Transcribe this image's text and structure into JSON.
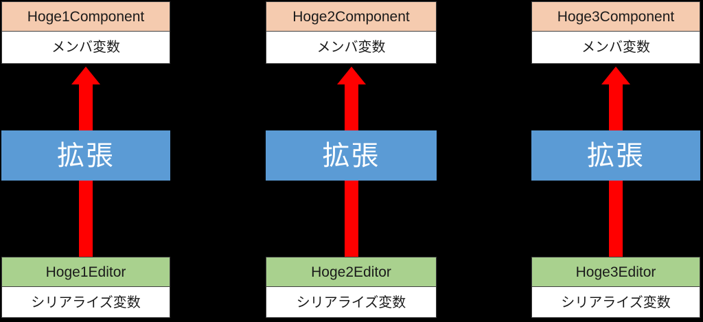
{
  "diagram": {
    "background_color": "#000000",
    "colors": {
      "component_header": "#f5cbaf",
      "editor_header": "#a9d18e",
      "band": "#5b9bd5",
      "arrow": "#ff0000",
      "box_border": "#3f3f3f",
      "box_body": "#ffffff",
      "band_text": "#ffffff",
      "box_text": "#1a1a1a"
    },
    "columns": [
      {
        "component": {
          "title": "Hoge1Component",
          "body": "メンバ変数"
        },
        "relation": {
          "label": "拡張",
          "arrow": "up-arrow-icon"
        },
        "editor": {
          "title": "Hoge1Editor",
          "body": "シリアライズ変数"
        }
      },
      {
        "component": {
          "title": "Hoge2Component",
          "body": "メンバ変数"
        },
        "relation": {
          "label": "拡張",
          "arrow": "up-arrow-icon"
        },
        "editor": {
          "title": "Hoge2Editor",
          "body": "シリアライズ変数"
        }
      },
      {
        "component": {
          "title": "Hoge3Component",
          "body": "メンバ変数"
        },
        "relation": {
          "label": "拡張",
          "arrow": "up-arrow-icon"
        },
        "editor": {
          "title": "Hoge3Editor",
          "body": "シリアライズ変数"
        }
      }
    ]
  }
}
